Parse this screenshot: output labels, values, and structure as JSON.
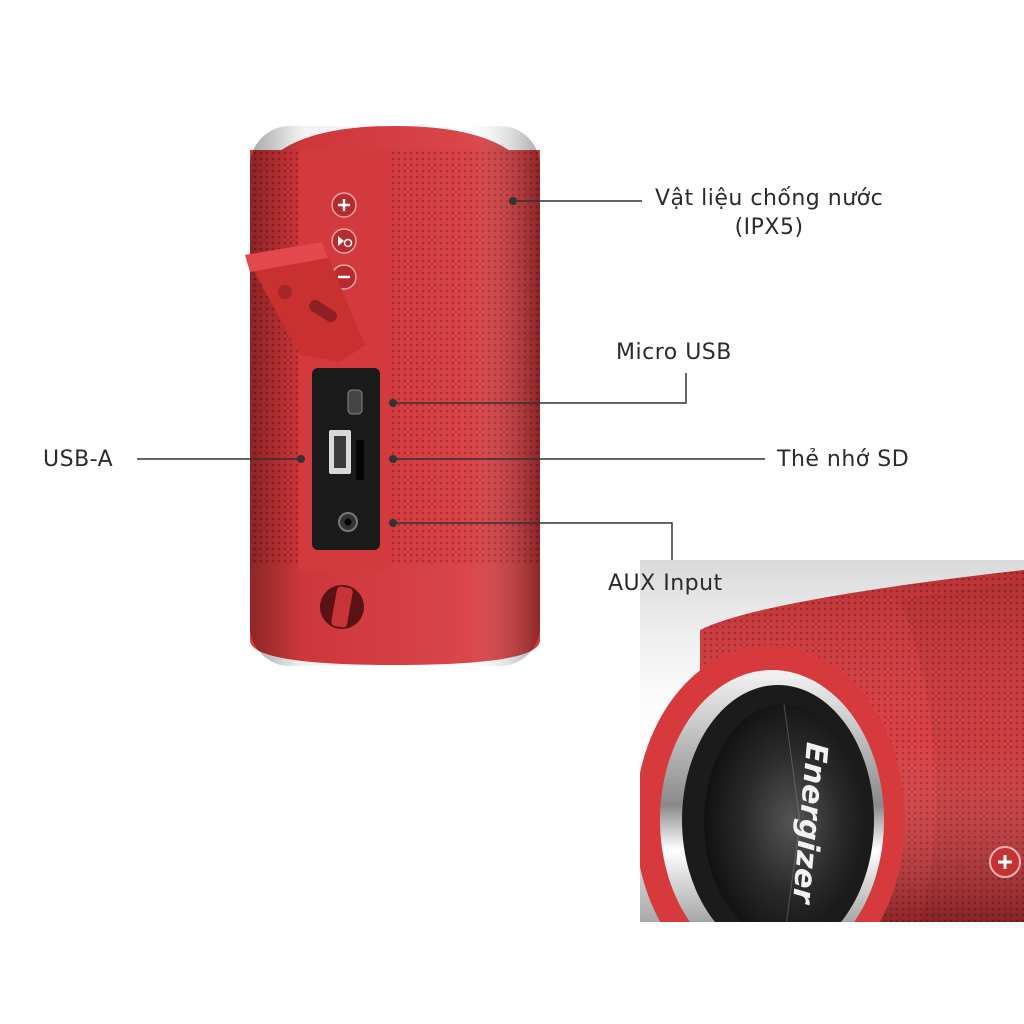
{
  "labels": {
    "waterproof_line1": "Vật liệu chống nước",
    "waterproof_line2": "(IPX5)",
    "micro_usb": "Micro USB",
    "usb_a": "USB-A",
    "sd_card": "Thẻ nhớ SD",
    "aux_input": "AUX Input"
  },
  "logo": {
    "brand": "Energizer"
  },
  "colors": {
    "speaker_red": "#d83a3e",
    "panel": "#1a1a1a",
    "line": "#333333"
  },
  "icons": [
    "plus-icon",
    "play-power-icon",
    "minus-icon"
  ]
}
